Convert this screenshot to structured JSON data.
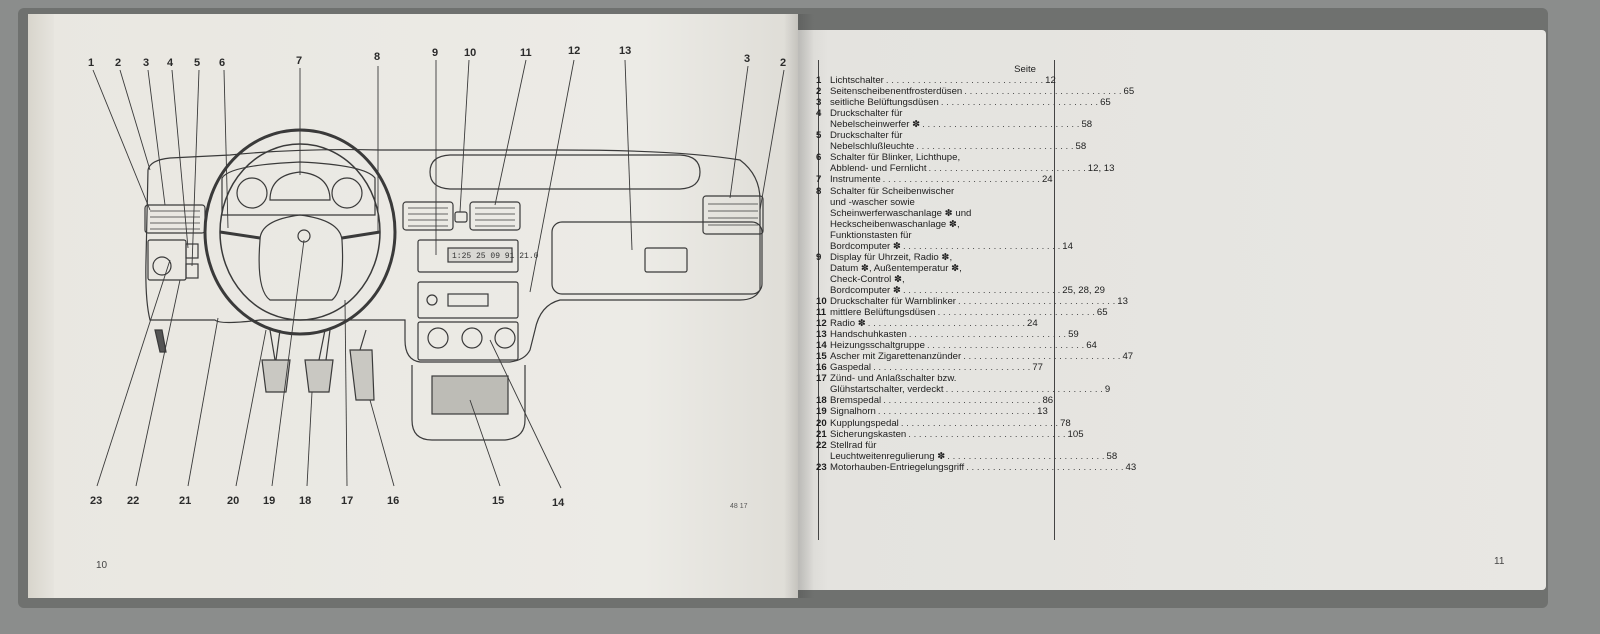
{
  "left_page": {
    "page_number": "10",
    "figure_ref": "48 17",
    "callouts_top": [
      "1",
      "2",
      "3",
      "4",
      "5",
      "6",
      "7",
      "8",
      "9",
      "10",
      "11",
      "12",
      "13",
      "3",
      "2"
    ],
    "callouts_bottom": [
      "23",
      "22",
      "21",
      "20",
      "19",
      "18",
      "17",
      "16",
      "15",
      "14"
    ],
    "display_readout": "1:25 25 09 91 21.0"
  },
  "right_page": {
    "page_number": "11",
    "header": "Seite",
    "items": [
      {
        "num": "1",
        "lines": [
          {
            "text": "Lichtschalter",
            "page": "12"
          }
        ]
      },
      {
        "num": "2",
        "lines": [
          {
            "text": "Seitenscheibenentfrosterdüsen",
            "page": "65"
          }
        ]
      },
      {
        "num": "3",
        "lines": [
          {
            "text": "seitliche Belüftungsdüsen",
            "page": "65"
          }
        ]
      },
      {
        "num": "4",
        "lines": [
          {
            "text": "Druckschalter für",
            "page": ""
          },
          {
            "text": "Nebelscheinwerfer ✽",
            "page": "58"
          }
        ]
      },
      {
        "num": "5",
        "lines": [
          {
            "text": "Druckschalter für",
            "page": ""
          },
          {
            "text": "Nebelschlußleuchte",
            "page": "58"
          }
        ]
      },
      {
        "num": "6",
        "lines": [
          {
            "text": "Schalter für Blinker, Lichthupe,",
            "page": ""
          },
          {
            "text": "Abblend- und Fernlicht",
            "page": "12, 13"
          }
        ]
      },
      {
        "num": "7",
        "lines": [
          {
            "text": "Instrumente",
            "page": "24"
          }
        ]
      },
      {
        "num": "8",
        "lines": [
          {
            "text": "Schalter für Scheibenwischer",
            "page": ""
          },
          {
            "text": "und -wascher sowie",
            "page": ""
          },
          {
            "text": "Scheinwerferwaschanlage ✽ und",
            "page": ""
          },
          {
            "text": "Heckscheibenwaschanlage ✽,",
            "page": ""
          },
          {
            "text": "Funktionstasten für",
            "page": ""
          },
          {
            "text": "Bordcomputer ✽",
            "page": "14"
          }
        ]
      },
      {
        "num": "9",
        "lines": [
          {
            "text": "Display für Uhrzeit, Radio ✽,",
            "page": ""
          },
          {
            "text": "Datum ✽, Außentemperatur ✽,",
            "page": ""
          },
          {
            "text": "Check-Control ✽,",
            "page": ""
          },
          {
            "text": "Bordcomputer ✽",
            "page": "25, 28, 29"
          }
        ]
      },
      {
        "num": "10",
        "lines": [
          {
            "text": "Druckschalter für Warnblinker",
            "page": "13"
          }
        ]
      },
      {
        "num": "11",
        "lines": [
          {
            "text": "mittlere Belüftungsdüsen",
            "page": "65"
          }
        ]
      },
      {
        "num": "12",
        "lines": [
          {
            "text": "Radio ✽",
            "page": "24"
          }
        ]
      },
      {
        "num": "13",
        "lines": [
          {
            "text": "Handschuhkasten",
            "page": "59"
          }
        ]
      },
      {
        "num": "14",
        "lines": [
          {
            "text": "Heizungsschaltgruppe",
            "page": "64"
          }
        ]
      },
      {
        "num": "15",
        "lines": [
          {
            "text": "Ascher mit Zigarettenanzünder",
            "page": "47"
          }
        ]
      },
      {
        "num": "16",
        "lines": [
          {
            "text": "Gaspedal",
            "page": "77"
          }
        ]
      },
      {
        "num": "17",
        "lines": [
          {
            "text": "Zünd- und Anlaßschalter bzw.",
            "page": ""
          },
          {
            "text": "Glühstartschalter, verdeckt",
            "page": "9"
          }
        ]
      },
      {
        "num": "18",
        "lines": [
          {
            "text": "Bremspedal",
            "page": "86"
          }
        ]
      },
      {
        "num": "19",
        "lines": [
          {
            "text": "Signalhorn",
            "page": "13"
          }
        ]
      },
      {
        "num": "20",
        "lines": [
          {
            "text": "Kupplungspedal",
            "page": "78"
          }
        ]
      },
      {
        "num": "21",
        "lines": [
          {
            "text": "Sicherungskasten",
            "page": "105"
          }
        ]
      },
      {
        "num": "22",
        "lines": [
          {
            "text": "Stellrad für",
            "page": ""
          },
          {
            "text": "Leuchtweitenregulierung ✽",
            "page": "58"
          }
        ]
      },
      {
        "num": "23",
        "lines": [
          {
            "text": "Motorhauben-Entriegelungsgriff",
            "page": "43"
          }
        ]
      }
    ]
  }
}
